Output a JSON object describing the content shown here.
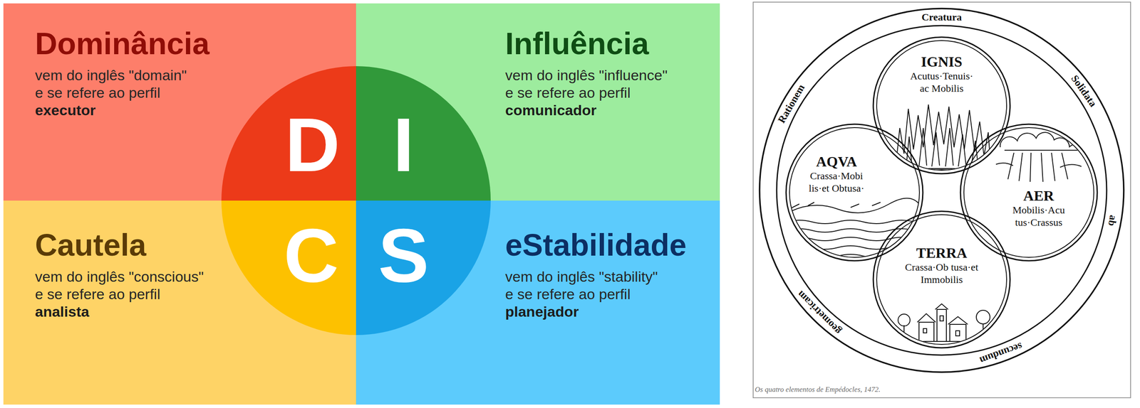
{
  "diagram": {
    "caption": "Os quatro elementos de Empédocles, 1472.",
    "nodes": [
      {
        "text": [
          "Dominância",
          "vem do inglês \"domain\" e se refere ao perfil",
          "executor"
        ]
      },
      {
        "text": [
          "D"
        ],
        "in": 0
      },
      {
        "text": [
          "Influência",
          "vem do inglês \"influence\" e se refere ao perfil",
          "comunicador"
        ]
      },
      {
        "text": [
          "I"
        ],
        "in": 2
      },
      {
        "text": [
          "Cautela",
          "vem do inglês \"conscious\" e se refere ao perfil",
          "analista"
        ]
      },
      {
        "text": [
          "C"
        ],
        "in": 4
      },
      {
        "text": [
          "eStabilidade",
          "vem do inglês \"stability\" e se refere ao perfil",
          "planejador"
        ]
      },
      {
        "text": [
          "S"
        ],
        "in": 6
      },
      {
        "text": [
          "IGNIS",
          "Acutus·Tenuis· ac Mobilis"
        ]
      },
      {
        "text": [
          "AQVA",
          "Crassa·Mobi lis·et Obtusa·"
        ]
      },
      {
        "text": [
          "AER",
          "Mobilis·Acu tus·Crassus"
        ]
      },
      {
        "text": [
          "TERRA",
          "Crassa·Ob tusa·et Immobilis"
        ]
      }
    ],
    "labels": [
      "Creatura",
      "Solidata",
      "ab",
      "secundum",
      "geometricam",
      "Rationem"
    ]
  }
}
